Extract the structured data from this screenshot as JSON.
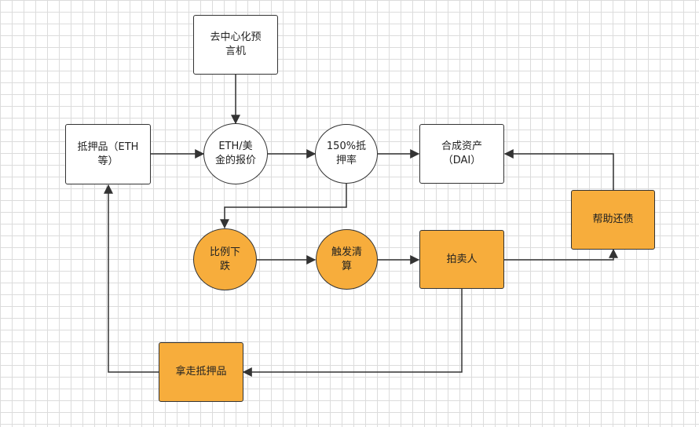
{
  "nodes": {
    "oracle": "去中心化预言机",
    "collateral": "抵押品（ETH等）",
    "price": "ETH/美金的报价",
    "ratio": "150%抵押率",
    "dai": "合成资产（DAI）",
    "help": "帮助还债",
    "drop": "比例下跌",
    "trigger": "触发清算",
    "auction": "拍卖人",
    "take": "拿走抵押品"
  }
}
